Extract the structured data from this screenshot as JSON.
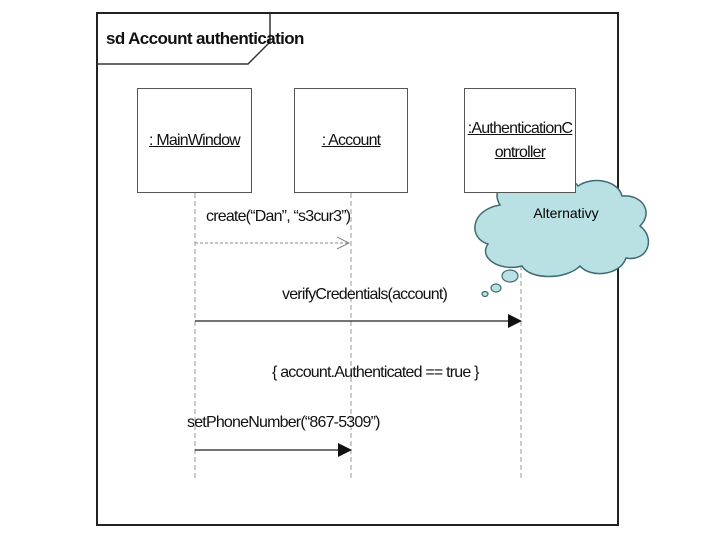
{
  "frame": {
    "title": "sd Account authentication"
  },
  "lifelines": [
    {
      "label": ": MainWindow"
    },
    {
      "label": ": Account"
    },
    {
      "label": ":AuthenticationController"
    }
  ],
  "messages": [
    {
      "label": "create(“Dan”, “s3cur3”)",
      "style": "dashed-open-arrow"
    },
    {
      "label": "verifyCredentials(account)",
      "style": "solid-filled-arrow"
    },
    {
      "label": "setPhoneNumber(“867-5309”)",
      "style": "solid-filled-arrow"
    }
  ],
  "guard": {
    "text": "{ account.Authenticated == true }"
  },
  "callout": {
    "text": "Alternativy",
    "fill": "#b9e1e4",
    "stroke": "#3d6b70"
  },
  "colors": {
    "line": "#333333",
    "lifeline_dash": "#9a9a9a"
  }
}
